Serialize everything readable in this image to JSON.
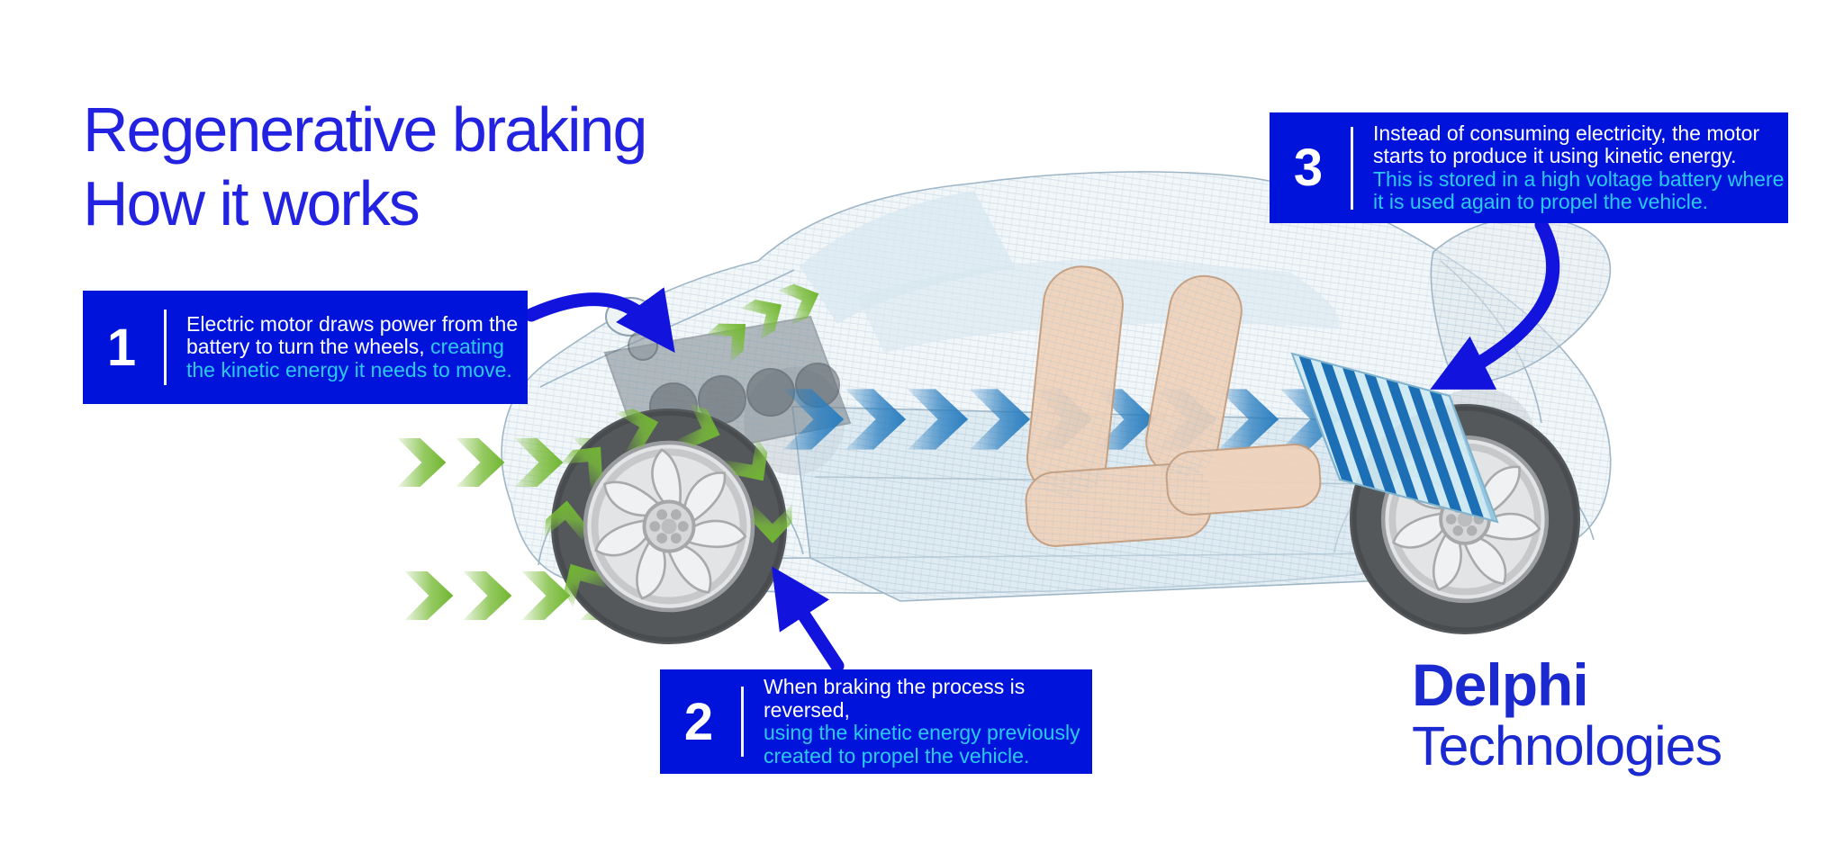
{
  "title": {
    "line1": "Regenerative braking",
    "line2": "How it works"
  },
  "callouts": [
    {
      "number": "1",
      "text_white": "Electric motor draws power from the\nbattery to turn the wheels, ",
      "text_cyan": "creating\nthe kinetic energy it needs to move."
    },
    {
      "number": "2",
      "text_white": "When braking the process is reversed,\n",
      "text_cyan": "using the kinetic energy previously\ncreated to propel the vehicle."
    },
    {
      "number": "3",
      "text_white": "Instead of consuming electricity, the motor\nstarts to produce it using kinetic energy.\n",
      "text_cyan": "This is stored in a high voltage battery where\nit is used again to propel the vehicle."
    }
  ],
  "logo": {
    "line1": "Delphi",
    "line2": "Technologies"
  },
  "icons": {
    "car": "wireframe-car-cutaway",
    "green_chevrons": "kinetic-energy-chevrons",
    "blue_chevrons": "power-flow-chevrons",
    "battery": "high-voltage-battery-pack",
    "motor": "electric-motor",
    "arrows": "callout-pointer-arrow"
  },
  "colors": {
    "title_blue": "#2222e0",
    "box_blue": "#0013db",
    "text_cyan": "#2bc8f2",
    "arrow_blue": "#1213dc",
    "logo_blue": "#1b2ad0",
    "energy_green": "#7abc3a",
    "flow_blue": "#2a7ec0",
    "battery_blue": "#1d6fb5",
    "battery_pale": "#cfeaf3"
  }
}
